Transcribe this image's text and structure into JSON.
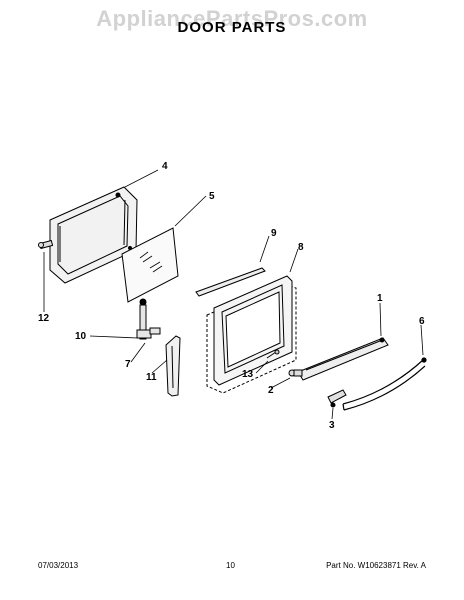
{
  "watermark": "AppliancePartsPros.com",
  "title": "DOOR PARTS",
  "callouts": {
    "c1": "1",
    "c2": "2",
    "c3": "3",
    "c4": "4",
    "c5": "5",
    "c6": "6",
    "c7": "7",
    "c8": "8",
    "c9": "9",
    "c10": "10",
    "c11": "11",
    "c12": "12",
    "c13": "13"
  },
  "footer": {
    "date": "07/03/2013",
    "page": "10",
    "part": "Part No. W10623871 Rev. A"
  }
}
